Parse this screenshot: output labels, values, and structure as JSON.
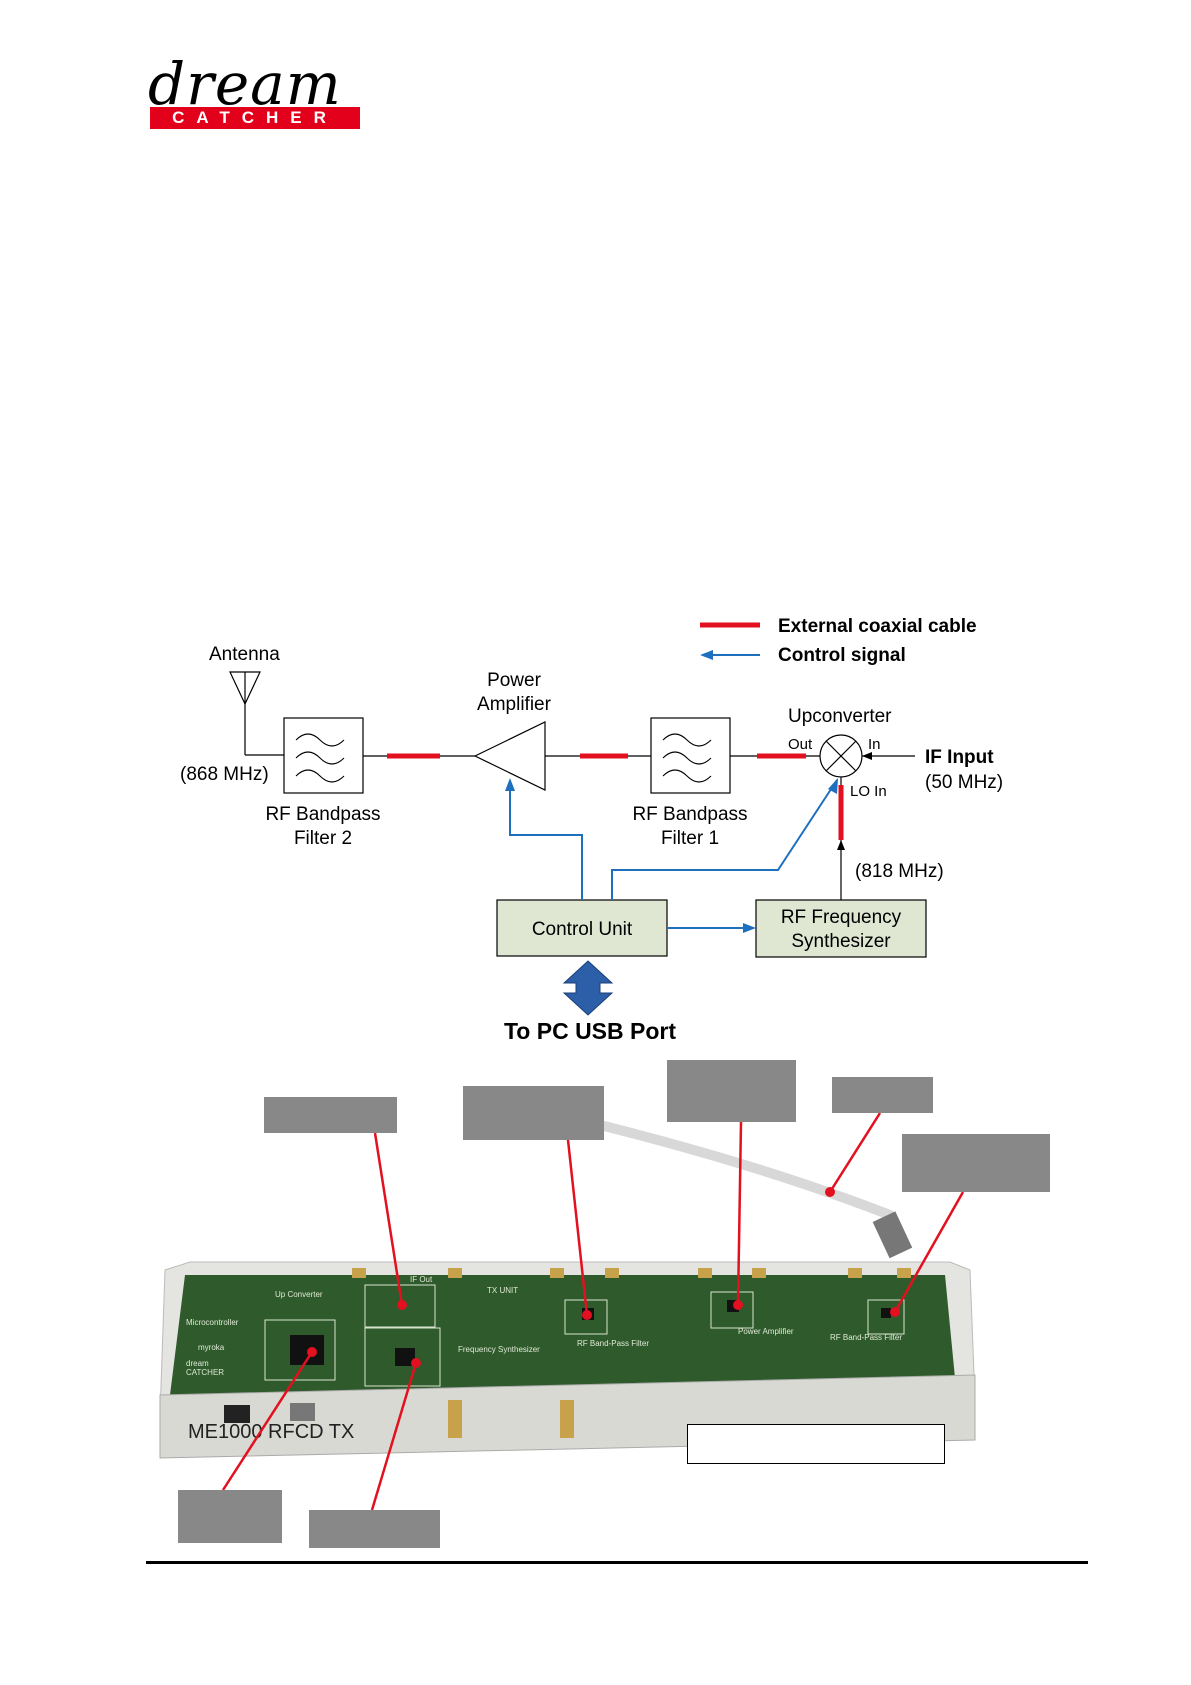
{
  "logo": {
    "script_text": "dream",
    "bar_text": "CATCHER"
  },
  "legend": {
    "coax": "External coaxial cable",
    "control": "Control signal"
  },
  "diagram": {
    "antenna": "Antenna",
    "antenna_freq": "(868 MHz)",
    "bpf2": [
      "RF Bandpass",
      "Filter 2"
    ],
    "pa": [
      "Power",
      "Amplifier"
    ],
    "bpf1": [
      "RF Bandpass",
      "Filter 1"
    ],
    "upconverter": "Upconverter",
    "out": "Out",
    "in": "In",
    "lo_in": "LO In",
    "if_input": "IF Input",
    "if_freq": "(50 MHz)",
    "lo_freq": "(818 MHz)",
    "control_unit": "Control Unit",
    "synth": [
      "RF Frequency",
      "Synthesizer"
    ],
    "usb": "To PC USB Port"
  },
  "board": {
    "model_print": "ME1000 RFCD TX",
    "silk": {
      "up_converter": "Up Converter",
      "if_out": "IF Out",
      "tx_unit": "TX UNIT",
      "bpf_mid": "RF Band-Pass Filter",
      "pa": "Power Amplifier",
      "bpf_right": "RF Band-Pass Filter",
      "microcontroller": "Microcontroller",
      "freq_synth": "Frequency Synthesizer",
      "maker": "myroka",
      "dream": "dream",
      "catcher": "CATCHER"
    }
  },
  "colors": {
    "coax": "#e3101f",
    "control": "#1f6fbf",
    "block_fill": "#dfe7d3",
    "callout": "#888888",
    "usb_arrow": "#2c5fa8"
  }
}
